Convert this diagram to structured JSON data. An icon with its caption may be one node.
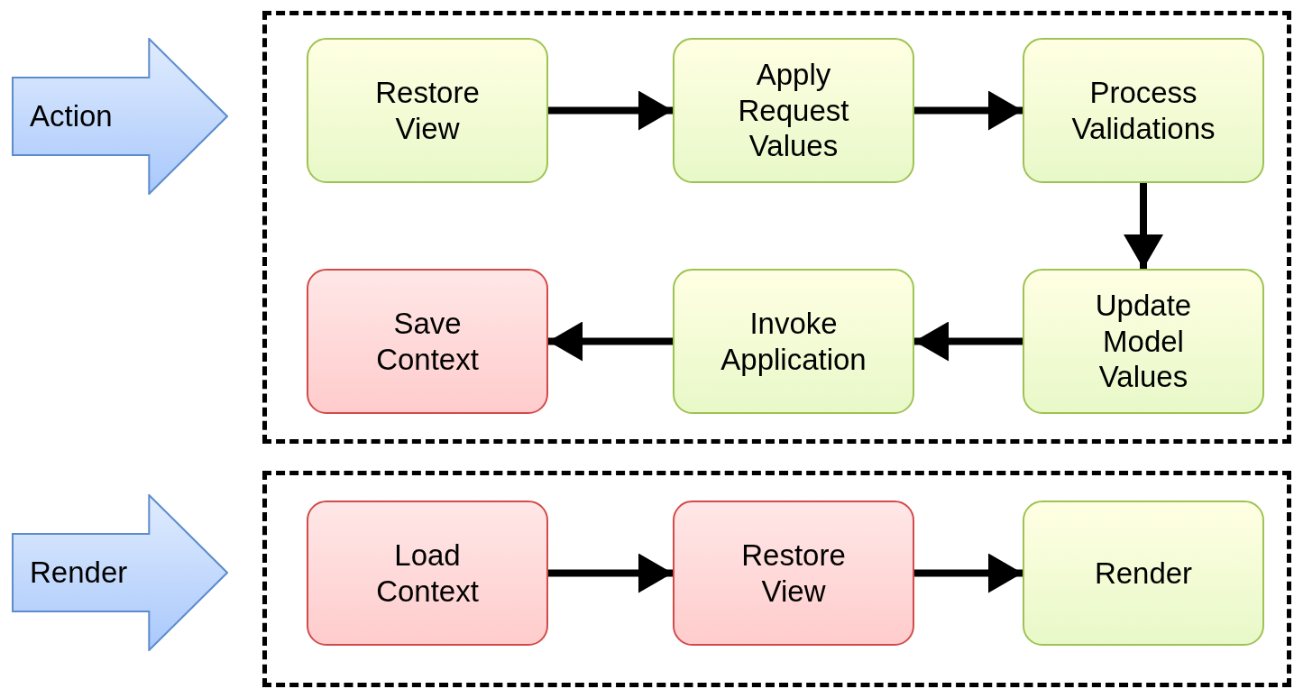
{
  "diagram": {
    "nodes": [
      {
        "text": [
          "Action"
        ]
      },
      {
        "text": [],
        "shape": "box"
      },
      {
        "text": [
          "Restore View"
        ],
        "in": 1
      },
      {
        "text": [
          "Apply Request Values"
        ],
        "in": 1
      },
      {
        "text": [
          "Process Validations"
        ],
        "in": 1
      },
      {
        "text": [
          "Save Context"
        ],
        "in": 1
      },
      {
        "text": [
          "Invoke Application"
        ],
        "in": 1
      },
      {
        "text": [
          "Update Model Values"
        ],
        "in": 1
      },
      {
        "text": [
          "Render"
        ]
      },
      {
        "text": [],
        "shape": "box"
      },
      {
        "text": [
          "Load Context"
        ],
        "in": 9
      },
      {
        "text": [
          "Restore View"
        ],
        "in": 9
      },
      {
        "text": [
          "Render"
        ],
        "in": 9
      }
    ],
    "edges": [
      {
        "from": 2,
        "to": 3,
        "arrow": "to"
      },
      {
        "from": 3,
        "to": 4,
        "arrow": "to"
      },
      {
        "from": 4,
        "to": 7,
        "arrow": "to"
      },
      {
        "from": 7,
        "to": 6,
        "arrow": "to"
      },
      {
        "from": 6,
        "to": 5,
        "arrow": "to"
      },
      {
        "from": 10,
        "to": 11,
        "arrow": "to"
      },
      {
        "from": 11,
        "to": 12,
        "arrow": "to"
      }
    ]
  }
}
